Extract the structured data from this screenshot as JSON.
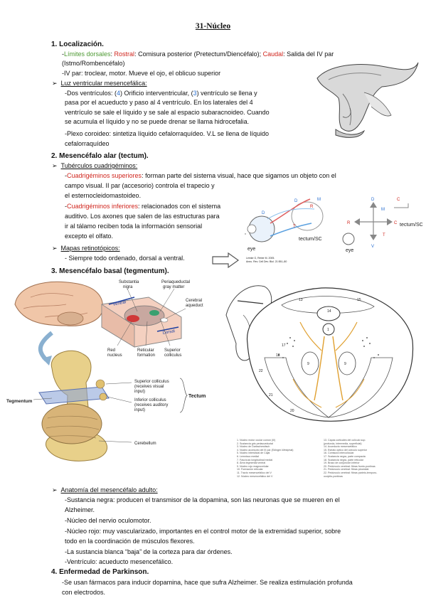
{
  "title": "31-Núcleo",
  "s1": {
    "heading": "1.  Localización.",
    "limites_label": "Límites dorsales",
    "rostral_label": "Rostral",
    "rostral_text": ": Comisura posterior (Pretectum/Diencéfalo);",
    "caudal_label": "Caudal",
    "caudal_text": ": Salida del IV par",
    "caudal_text2": "(Istmo/Rombencéfalo)",
    "ivpar": "-IV par: troclear, motor. Mueve el ojo, el oblicuo superior",
    "luz_heading": "Luz ventricular mesencefálica:",
    "dos_a": "-Dos ventrículos: (",
    "dos_n4": "4",
    "dos_b": ") Orificio interventricular, (",
    "dos_n3": "3",
    "dos_c": ") ventrículo se llena y",
    "dos_l2": "pasa por el acueducto y paso al 4 ventrículo. En los laterales del 4",
    "dos_l3": "ventrículo se sale el líquido y se sale al espacio subaracnoideo. Cuando",
    "dos_l4": "se acumula el líquido y no se puede drenar se llama hidrocefalia.",
    "plexo_l1": "-Plexo coroideo: sintetiza líquido cefalorraquídeo. V.L se llena de líquido",
    "plexo_l2": "cefalorraquídeo"
  },
  "s2": {
    "heading": "2.  Mesencéfalo alar (tectum).",
    "tub_heading": "Tubérculos cuadrigéminos:",
    "sup_label": "Cuadrigéminos superiores",
    "sup_l1": ": forman parte del sistema visual, hace que sigamos un objeto con el",
    "sup_l2": "campo visual. II par (accesorio) controla el trapecio y",
    "sup_l3": "el esternocleidomastoideo.",
    "inf_label": "Cuadrigéminos inferiores",
    "inf_l1": ": relacionados con el sistema",
    "inf_l2": "auditivo. Los axones que salen de las estructuras para",
    "inf_l3": "ir al tálamo reciben toda la información sensorial",
    "inf_l4": "excepto el olfato.",
    "mapas_heading": "Mapas retinotópicos:",
    "mapas_text": "- Siempre todo ordenado, dorsal a ventral."
  },
  "s3": {
    "heading": "3.  Mesencéfalo basal (tegmentum).",
    "fig_labels": {
      "substantia": "Substantia",
      "nigra": "nigra",
      "periaq1": "Periaqueductal",
      "periaq2": "gray matter",
      "cerebral": "Cerebral",
      "aqueduct": "aqueduct",
      "ventral": "Ventral",
      "dorsal": "Dorsal",
      "red1": "Red",
      "red2": "nucleus",
      "ret1": "Reticular",
      "ret2": "formation",
      "supc1": "Superior",
      "supc2": "colliculus",
      "sc1": "Superior colliculus",
      "sc2": "(receives visual",
      "sc3": "input)",
      "ic1": "Inferior colliculus",
      "ic2": "(receives auditory",
      "ic3": "input)",
      "tectum": "Tectum",
      "tegmentum": "Tegmentum",
      "cerebellum": "Cerebellum",
      "eye": "eye",
      "tectumsc": "tectum/SC",
      "cite1": "Lemke G, Reber M. 2005.",
      "cite2": "Annu. Rev. Cell Dev. Biol. 21:551–80"
    },
    "legend_left": [
      "1. Núcleo motor ocular común (III)",
      "2. Sustancia gris periacueductal",
      "3. Núcleo de Darkschewitsch",
      "4. Núcleo accesorio del III par (Edinger-Westphal)",
      "5. Núcleo intersticial de Cajal",
      "6. Lemnisco medial",
      "7. Fascículo longitudinal medial",
      "8. Área tegmental ventral",
      "9. Núcleo rojo magnocelular",
      "10. Formación reticular",
      "11. Tracto mesencefálico del V",
      "12. Núcleo mesencefálico del V"
    ],
    "legend_right": [
      "13. Capas corticales del colículo sup.",
      "(profunda, intermedia, superficial)",
      "14. Acueducto mesencefálico",
      "15. Estrato óptico del colículo superior",
      "16. Comisura intercolicular",
      "17. Sustancia negra, parte compacta",
      "18. Sustancia negra, parte reticular",
      "19. Brazo de conjunción inferior",
      "20. Pedúnculo cerebral: fibras fronto-pontinas",
      "21. Pedúnculo cerebral: fibras piramidal",
      "22. Pedúnculo cerebral: fibras parieto-temporo-",
      "occipito-pontinas"
    ]
  },
  "anat": {
    "heading": "Anatomía del mesencéfalo adulto:",
    "l1": "-Sustancia negra: producen el transmisor de la dopamina, son las neuronas que se mueren en el",
    "l2": "Alzheimer.",
    "l3": "-Núcleo del nervio oculomotor.",
    "l4": "-Núcleo rojo: muy vascularizado, importantes en el control motor de la extremidad superior, sobre",
    "l5": "todo en la coordinación de músculos flexores.",
    "l6": "-La sustancia blanca “baja” de la corteza para dar órdenes.",
    "l7": "-Ventrículo: acueducto mesencefálico."
  },
  "s4": {
    "heading": "4.  Enfermedad de Parkinson.",
    "l1": "-Se usan fármacos para inducir dopamina, hace que sufra Alzheimer. Se realiza estimulación profunda",
    "l2": "con electrodos."
  },
  "colors": {
    "red": "#d0241c",
    "green": "#4e9a34",
    "blue": "#2a6fd0"
  }
}
